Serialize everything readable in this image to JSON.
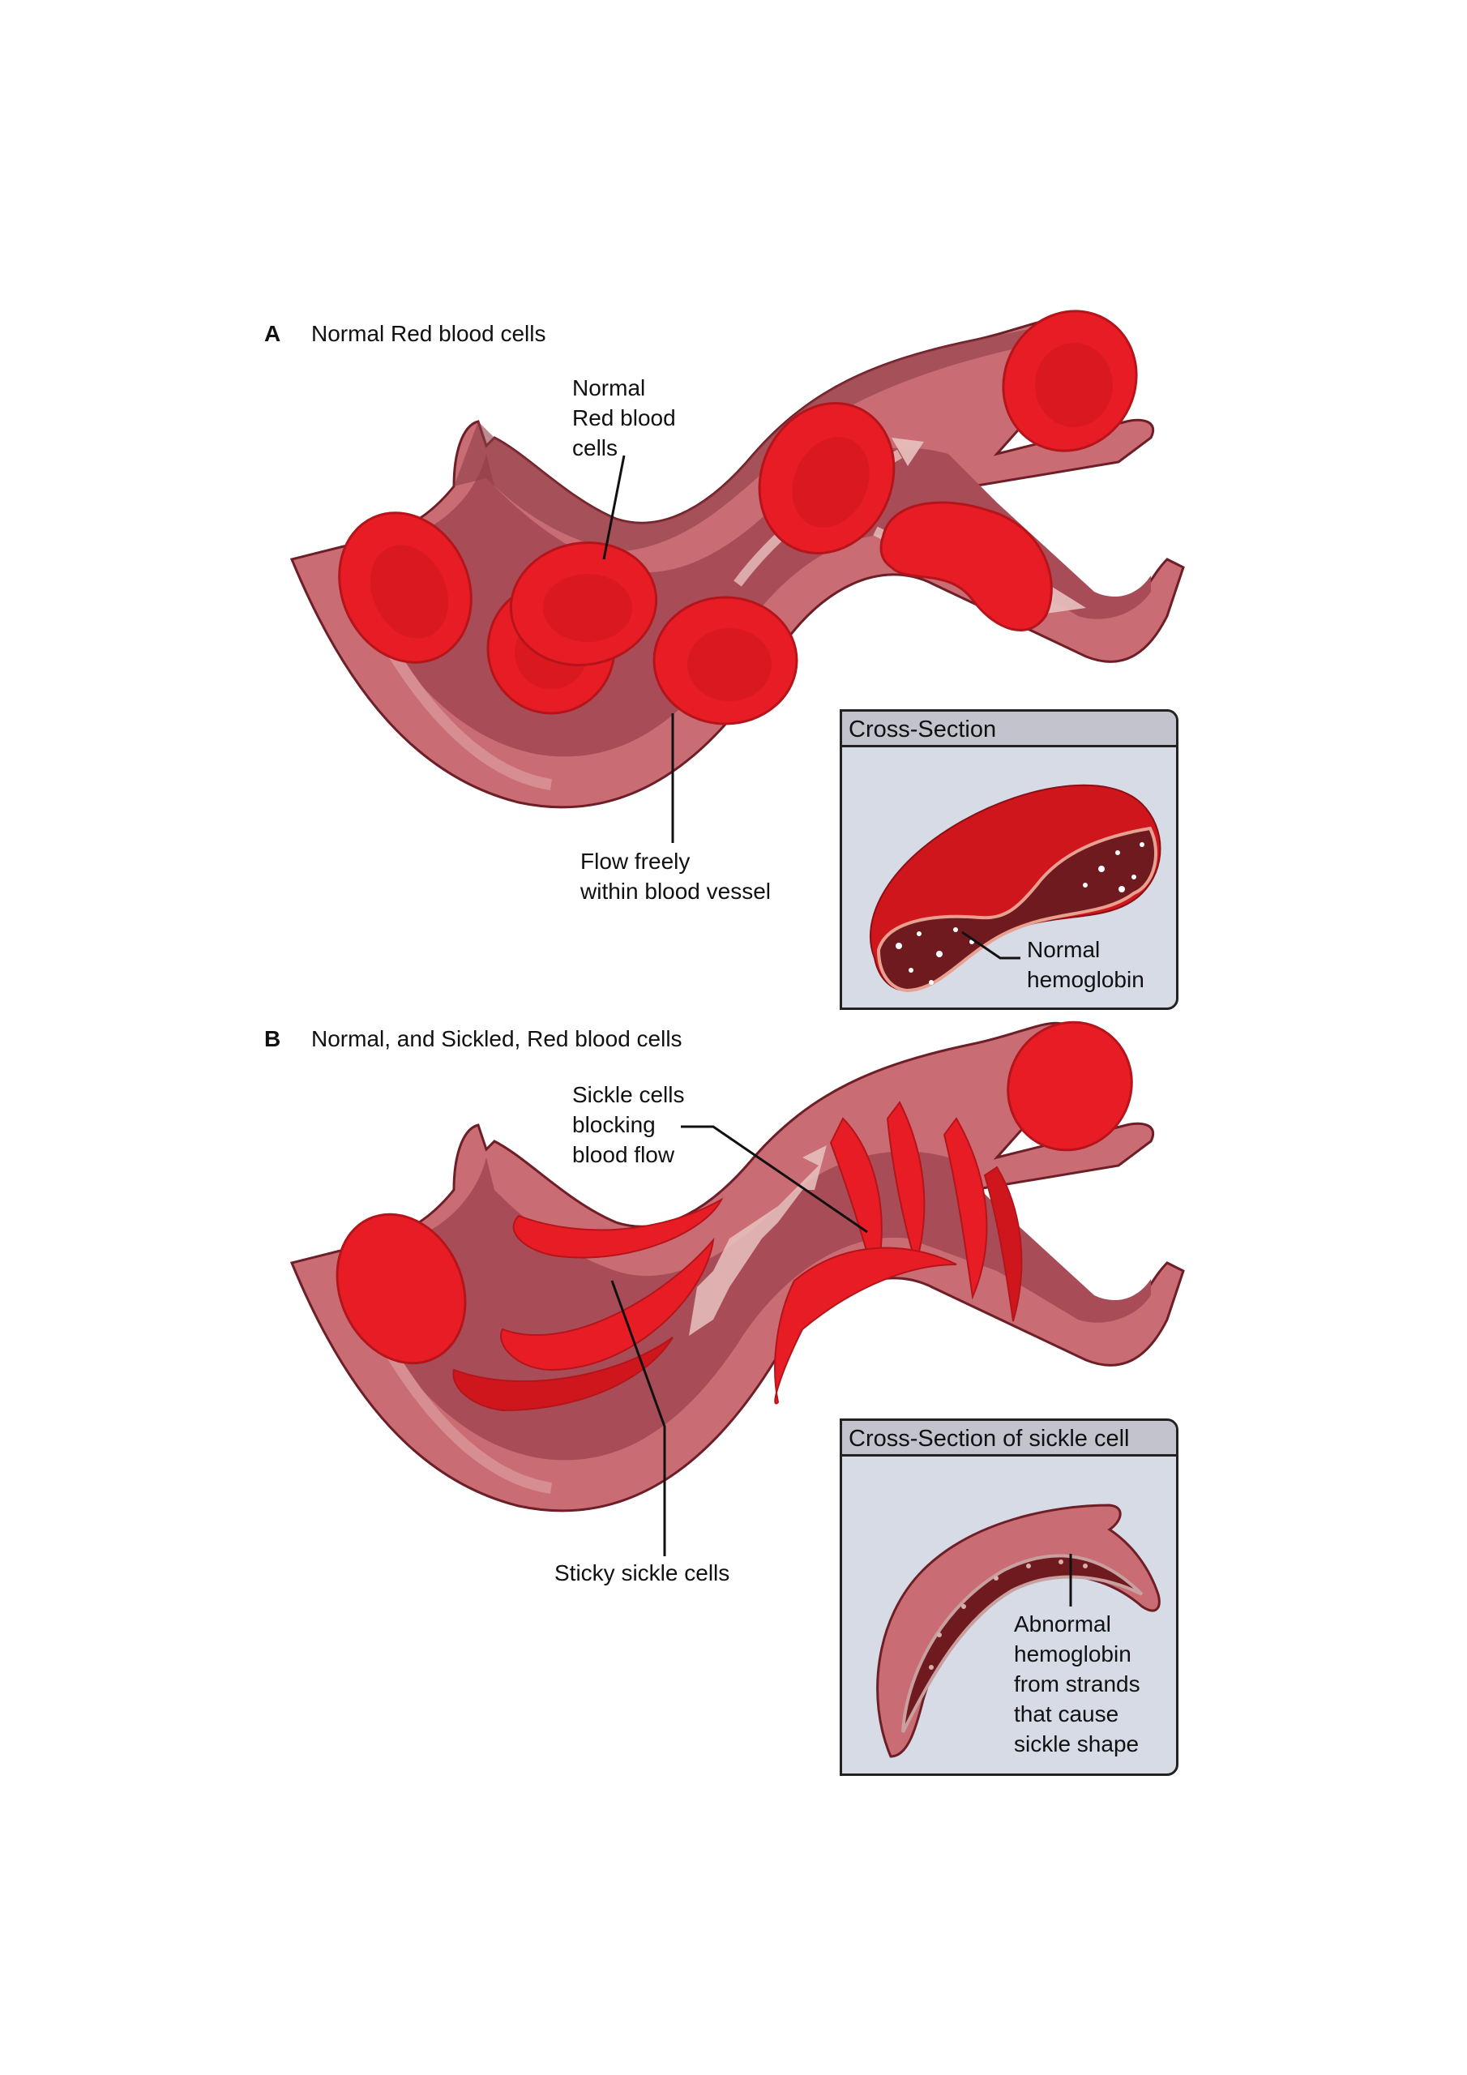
{
  "panel_a": {
    "letter": "A",
    "title": "Normal Red blood cells",
    "labels": {
      "rbc": "Normal\nRed blood\ncells",
      "flow": "Flow freely\nwithin blood vessel"
    },
    "inset": {
      "title": "Cross-Section",
      "label": "Normal\nhemoglobin"
    }
  },
  "panel_b": {
    "letter": "B",
    "title": "Normal, and Sickled, Red blood cells",
    "labels": {
      "blocking": "Sickle cells\nblocking\nblood flow",
      "sticky": "Sticky sickle cells"
    },
    "inset": {
      "title": "Cross-Section of sickle cell",
      "label": "Abnormal\nhemoglobin\nfrom strands\nthat cause\nsickle shape"
    }
  },
  "colors": {
    "vessel_outer": "#c96c73",
    "vessel_light": "#d68e93",
    "vessel_inner": "#a84d57",
    "rbc": "#e81c24",
    "rbc_dark": "#b5141b",
    "hemoglobin": "#6e1a1e",
    "inset_bg": "#d6dbe6",
    "inset_head": "#c2c3cc"
  }
}
